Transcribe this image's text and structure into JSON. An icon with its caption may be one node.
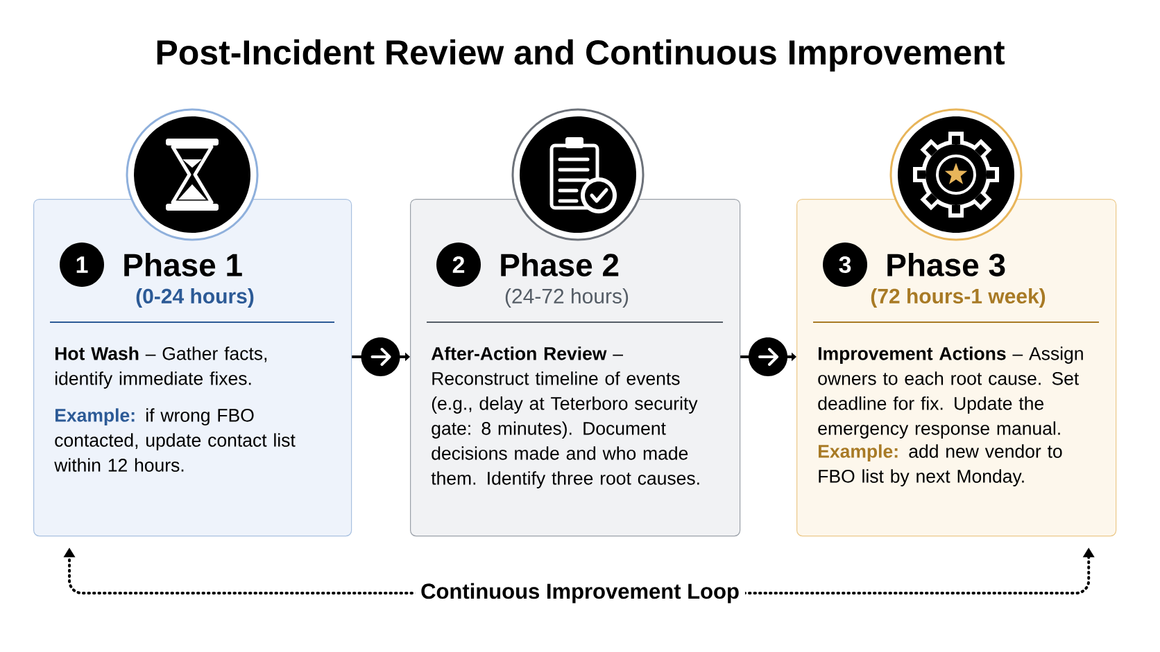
{
  "diagram": {
    "title": "Post-Incident Review and Continuous Improvement",
    "nodes": [
      {
        "text": [
          "1",
          "Phase 1",
          "(0-24 hours)",
          "**Hot Wash** – Gather facts, identify immediate fixes.",
          "**Example:** if wrong FBO contacted, update contact list within 12 hours."
        ]
      },
      {
        "text": [
          "2",
          "Phase 2",
          "(24-72 hours)",
          "**After-Action Review** – Reconstruct timeline of events (e.g., delay at Teterboro security gate: 8 minutes). Document decisions made and who made them. Identify three root causes."
        ]
      },
      {
        "text": [
          "3",
          "Phase 3",
          "(72 hours-1 week)",
          "**Improvement Actions** – Assign owners to each root cause. Set deadline for fix. Update the emergency response manual.",
          "**Example:** add new vendor to FBO list by next Monday."
        ]
      }
    ],
    "edges": [
      {
        "from": 0,
        "to": 1,
        "arrow": "to"
      },
      {
        "from": 1,
        "to": 2,
        "arrow": "to"
      },
      {
        "from": 2,
        "to": 0,
        "arrow": "both",
        "style": "dashed",
        "label": "Continuous Improvement Loop"
      }
    ]
  }
}
